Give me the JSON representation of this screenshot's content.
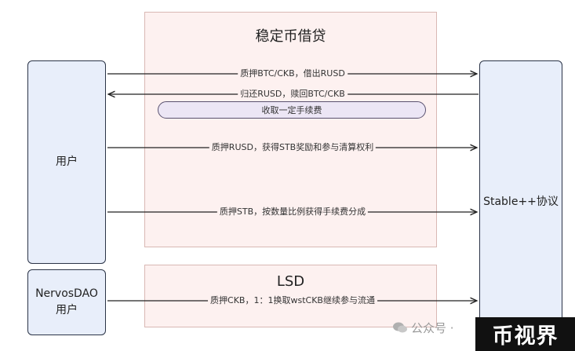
{
  "stable_panel": {
    "title": "稳定币借贷"
  },
  "lsd_panel": {
    "title": "LSD"
  },
  "actors": {
    "user": "用户",
    "nervos_line1": "NervosDAO",
    "nervos_line2": "用户",
    "protocol": "Stable++协议"
  },
  "messages": {
    "m1": "质押BTC/CKB，借出RUSD",
    "m2": "归还RUSD，赎回BTC/CKB",
    "m3": "质押RUSD，获得STB奖励和参与清算权利",
    "m4": "质押STB，按数量比例获得手续费分成",
    "m5": "质押CKB，1：1换取wstCKB继续参与流通"
  },
  "note": "收取一定手续费",
  "watermark": {
    "text": "公众号 ·",
    "brand": "币视界"
  }
}
